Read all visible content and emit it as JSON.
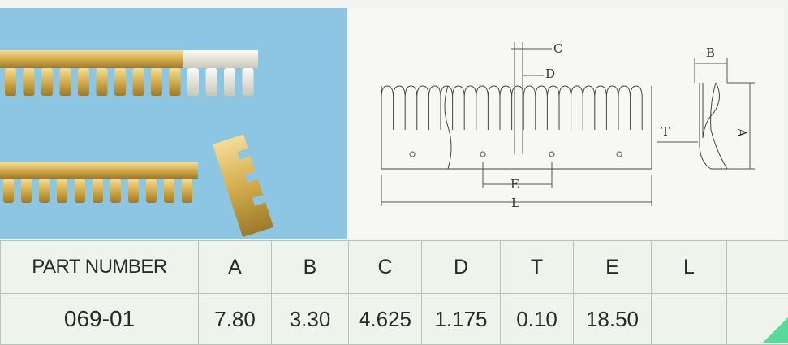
{
  "table": {
    "headers": [
      "PART NUMBER",
      "A",
      "B",
      "C",
      "D",
      "T",
      "E",
      "L",
      ""
    ],
    "rows": [
      {
        "part_number": "069-01",
        "A": "7.80",
        "B": "3.30",
        "C": "4.625",
        "D": "1.175",
        "T": "0.10",
        "E": "18.50",
        "L": "",
        "extra": ""
      }
    ]
  },
  "drawing": {
    "labels": {
      "C": "C",
      "D": "D",
      "E": "E",
      "L": "L",
      "B": "B",
      "T": "T",
      "A": "A"
    }
  },
  "colors": {
    "photo_background": "#8cc6e2",
    "brass": "#d6b458",
    "corner_mark": "#59d99b"
  },
  "icons": [
    "brass-strip-photo",
    "finger-strip-outline",
    "side-profile-outline"
  ]
}
